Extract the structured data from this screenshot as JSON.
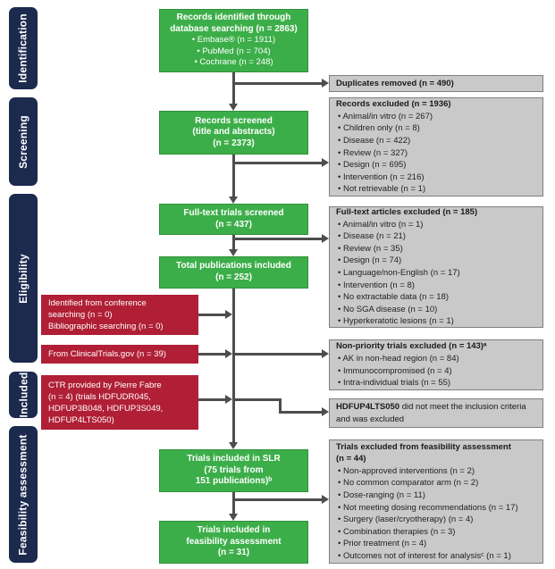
{
  "sidebar": {
    "stages": [
      {
        "label": "Identification"
      },
      {
        "label": "Screening"
      },
      {
        "label": "Eligibility"
      },
      {
        "label": "Included"
      },
      {
        "label": "Feasibility assessment"
      }
    ]
  },
  "flow": {
    "records_identified": {
      "title": "Records identified through\ndatabase searching (n = 2863)",
      "items": [
        "Embase® (n = 1911)",
        "PubMed (n = 704)",
        "Cochrane (n = 248)"
      ]
    },
    "records_screened": {
      "title": "Records screened\n(title and abstracts)\n(n = 2373)"
    },
    "fulltext_screened": {
      "title": "Full-text trials screened\n(n = 437)"
    },
    "total_publications": {
      "title": "Total publications included\n(n = 252)"
    },
    "trials_slr": {
      "title": "Trials included in SLR\n(75 trials from\n151 publications)ᵇ"
    },
    "trials_feasibility": {
      "title": "Trials included in\nfeasibility assessment\n(n = 31)"
    }
  },
  "sources": {
    "conference": "Identified from conference\nsearching (n = 0)\nBibliographic searching (n = 0)",
    "clinicaltrials": "From ClinicalTrials.gov (n = 39)",
    "ctr": "CTR provided by Pierre Fabre\n(n = 4) (trials HDFUDR045,\nHDFUP3B048, HDFUP3S049,\nHDFUP4LTS050)"
  },
  "exclusions": {
    "duplicates": {
      "title": "Duplicates removed (n = 490)"
    },
    "records_excluded": {
      "title": "Records excluded (n = 1936)",
      "items": [
        "Animal/in vitro (n = 267)",
        "Children only (n = 8)",
        "Disease (n = 422)",
        "Review (n = 327)",
        "Design (n = 695)",
        "Intervention (n = 216)",
        "Not retrievable (n = 1)"
      ]
    },
    "fulltext_excluded": {
      "title": "Full-text articles excluded (n = 185)",
      "items": [
        "Animal/in vitro (n = 1)",
        "Disease (n = 21)",
        "Review (n = 35)",
        "Design (n = 74)",
        "Language/non-English (n = 17)",
        "Intervention (n = 8)",
        "No extractable data (n = 18)",
        "No SGA disease (n = 10)",
        "Hyperkeratotic lesions (n = 1)"
      ]
    },
    "nonpriority_excluded": {
      "title": "Non-priority trials excluded (n = 143)ᵃ",
      "items": [
        "AK in non-head region (n = 84)",
        "Immunocompromised (n = 4)",
        "Intra-individual trials (n = 55)"
      ]
    },
    "hdfup_note": {
      "bold": "HDFUP4LTS050",
      "rest": " did not meet the inclusion criteria and was excluded"
    },
    "feasibility_excluded": {
      "title": "Trials excluded from feasibility assessment\n(n = 44)",
      "items": [
        "Non-approved interventions (n = 2)",
        "No common comparator arm (n = 2)",
        "Dose-ranging (n = 11)",
        "Not meeting dosing recommendations (n = 17)",
        "Surgery (laser/cryotherapy) (n = 4)",
        "Combination therapies (n = 3)",
        "Prior treatment (n = 4)",
        "Outcomes not of interest for analysisᶜ (n = 1)"
      ]
    }
  },
  "colors": {
    "green": "#3cae49",
    "red": "#b01f35",
    "navy": "#1c2a4e",
    "gray_fill": "#c9c9c9",
    "arrow": "#4d4d4d"
  }
}
